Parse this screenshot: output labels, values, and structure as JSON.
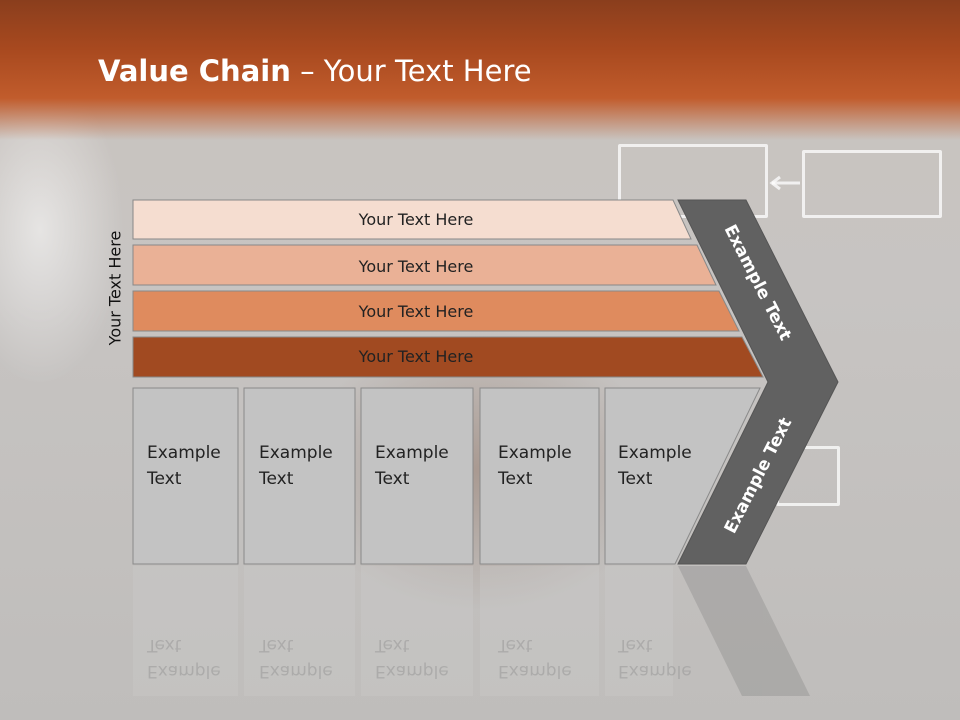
{
  "title": {
    "bold": "Value Chain",
    "rest": " – Your Text Here"
  },
  "side_label": "Your Text Here",
  "bars": [
    {
      "label": "Your Text Here",
      "color": "#f5ddd0"
    },
    {
      "label": "Your Text Here",
      "color": "#eab196"
    },
    {
      "label": "Your Text Here",
      "color": "#df8b5e"
    },
    {
      "label": "Your Text Here",
      "color": "#a14a21"
    }
  ],
  "arrow": {
    "upper_label": "Example Text",
    "lower_label": "Example Text",
    "color": "#616161"
  },
  "columns": [
    {
      "line1": "Example",
      "line2": "Text"
    },
    {
      "line1": "Example",
      "line2": "Text"
    },
    {
      "line1": "Example",
      "line2": "Text"
    },
    {
      "line1": "Example",
      "line2": "Text"
    },
    {
      "line1": "Example",
      "line2": "Text"
    }
  ]
}
